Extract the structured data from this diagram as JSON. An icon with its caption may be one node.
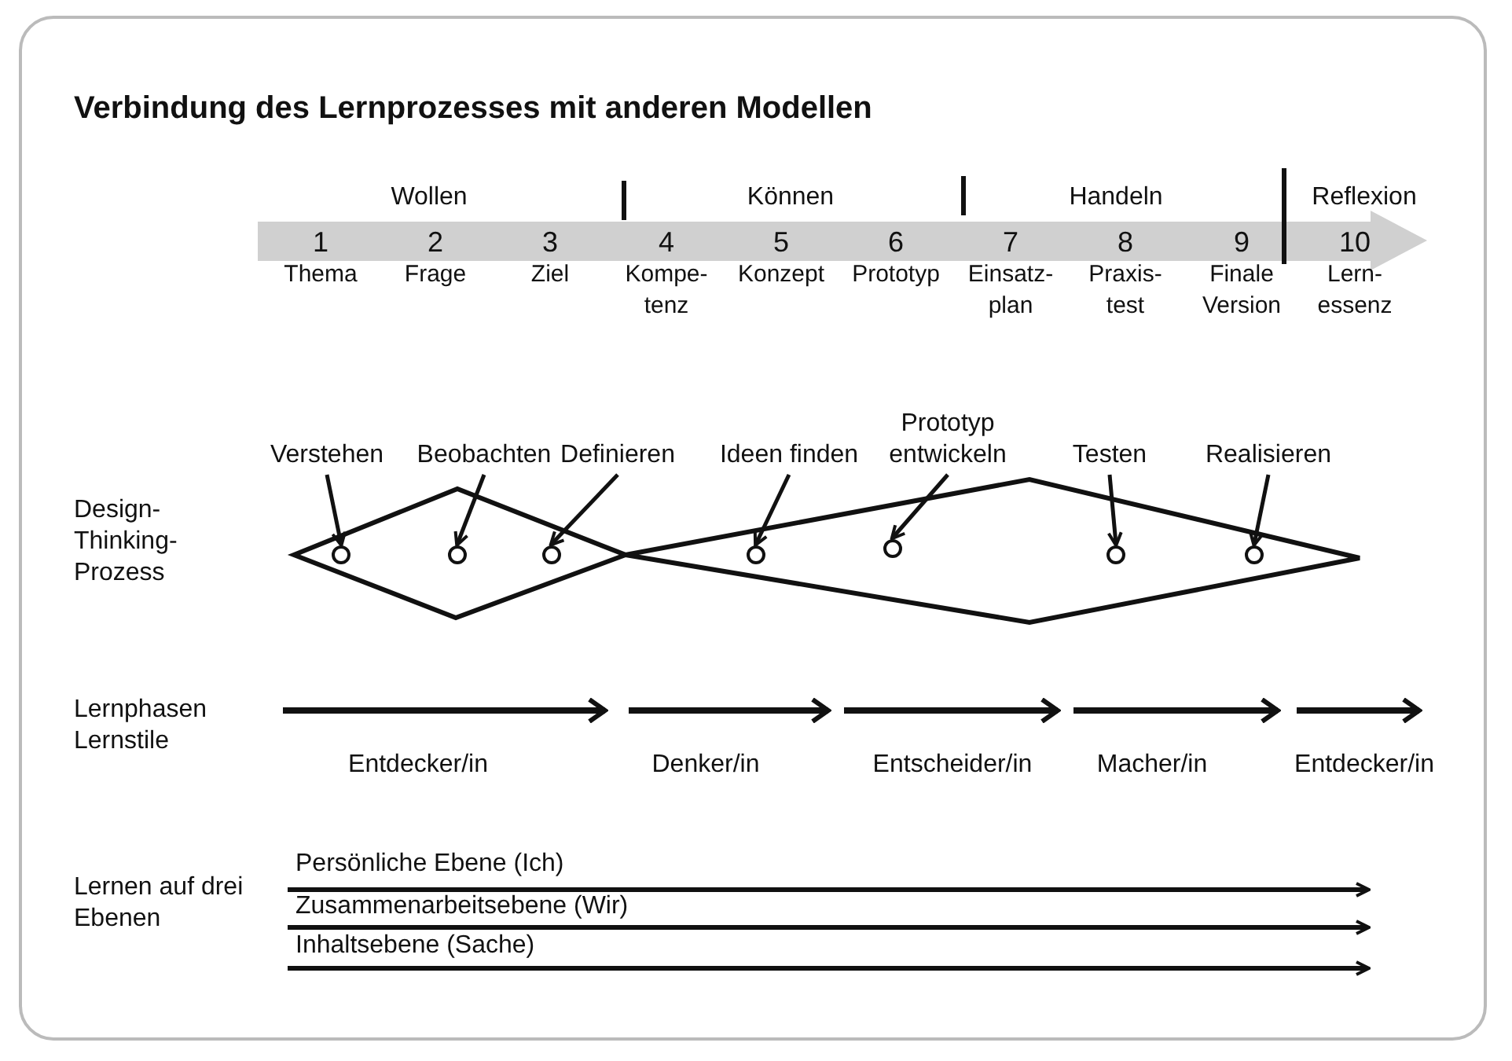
{
  "diagram": {
    "title": "Verbindung des Lernprozesses mit anderen Modellen",
    "nodes": [
      {
        "text": [
          "Verstehen"
        ]
      },
      {
        "text": [
          "Beobachten"
        ]
      },
      {
        "text": [
          "Definieren"
        ]
      },
      {
        "text": [
          "Ideen finden"
        ]
      },
      {
        "text": [
          "Prototyp entwickeln"
        ]
      },
      {
        "text": [
          "Testen"
        ]
      },
      {
        "text": [
          "Realisieren"
        ]
      },
      {
        "text": [],
        "shape": "circle"
      },
      {
        "text": [],
        "shape": "circle"
      },
      {
        "text": [],
        "shape": "circle"
      },
      {
        "text": [],
        "shape": "circle"
      },
      {
        "text": [],
        "shape": "circle"
      },
      {
        "text": [],
        "shape": "circle"
      },
      {
        "text": [],
        "shape": "circle"
      }
    ],
    "edges": [
      {
        "from": 0,
        "to": 7,
        "arrow": "to"
      },
      {
        "from": 1,
        "to": 8,
        "arrow": "to"
      },
      {
        "from": 2,
        "to": 9,
        "arrow": "to"
      },
      {
        "from": 3,
        "to": 10,
        "arrow": "to"
      },
      {
        "from": 4,
        "to": 11,
        "arrow": "to"
      },
      {
        "from": 5,
        "to": 12,
        "arrow": "to"
      },
      {
        "from": 6,
        "to": 13,
        "arrow": "to"
      }
    ],
    "labels": [
      "Wollen",
      "Können",
      "Handeln",
      "Reflexion",
      "1",
      "2",
      "3",
      "4",
      "5",
      "6",
      "7",
      "8",
      "9",
      "10",
      "Thema",
      "Frage",
      "Ziel",
      "Kompe- tenz",
      "Konzept",
      "Prototyp",
      "Einsatz- plan",
      "Praxis- test",
      "Finale Version",
      "Lern- essenz",
      "Design- Thinking- Prozess",
      "Lernphasen Lernstile",
      "Entdecker/in",
      "Denker/in",
      "Entscheider/in",
      "Macher/in",
      "Entdecker/in",
      "Lernen auf drei Ebenen",
      "Persönliche Ebene (Ich)",
      "Zusammenarbeitsebene (Wir)",
      "Inhaltsebene (Sache)"
    ]
  }
}
